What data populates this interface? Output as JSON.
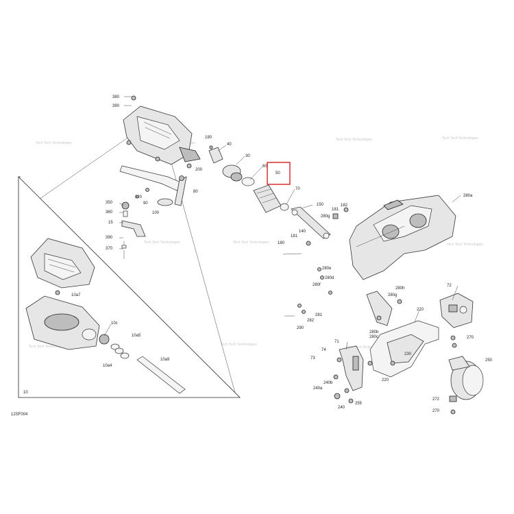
{
  "figure": {
    "code": "12SF004"
  },
  "watermark": {
    "text": "Tech Tech Technologies"
  },
  "highlight": {
    "ref": "50",
    "color": "#d62020"
  },
  "callouts": [
    "380",
    "390",
    "190",
    "40",
    "30",
    "60",
    "50",
    "70",
    "200",
    "80",
    "120",
    "90",
    "100",
    "350",
    "360",
    "15",
    "390b",
    "370",
    "150",
    "181",
    "182",
    "280g",
    "140",
    "181b",
    "180",
    "280a",
    "280e",
    "280d",
    "280f",
    "281",
    "282",
    "290",
    "280h",
    "280g2",
    "280b",
    "280c",
    "72",
    "210",
    "270",
    "250",
    "230",
    "220",
    "71",
    "74",
    "73",
    "240b",
    "240a",
    "240",
    "255",
    "272",
    "270b",
    "10a7",
    "10c",
    "10a5",
    "10a4",
    "10a9",
    "10"
  ],
  "labels": {
    "380": "380",
    "390": "390",
    "190": "190",
    "40": "40",
    "30": "30",
    "60": "60",
    "50": "50",
    "70": "70",
    "200": "200",
    "80": "80",
    "120": "120",
    "90": "90",
    "100": "100",
    "350": "350",
    "360": "360",
    "15": "15",
    "390b": "390",
    "370": "370",
    "150": "150",
    "181": "181",
    "182": "182",
    "280g": "280g",
    "140": "140",
    "181b": "181",
    "180": "180",
    "280a": "280a",
    "280e": "280e",
    "280d": "280d",
    "280f": "280f",
    "281": "281",
    "282": "282",
    "290": "290",
    "280h": "280h",
    "280g2": "280g",
    "280b": "280b",
    "280c": "280c",
    "72": "72",
    "210": "210",
    "270": "270",
    "250": "250",
    "230": "230",
    "220": "220",
    "71": "71",
    "74": "74",
    "73": "73",
    "240b": "240b",
    "240a": "240a",
    "240": "240",
    "255": "255",
    "272": "272",
    "270b": "270",
    "10a7": "10a7",
    "10c": "10c",
    "10a5": "10a5",
    "10a4": "10a4",
    "10a9": "10a9",
    "10": "10"
  }
}
